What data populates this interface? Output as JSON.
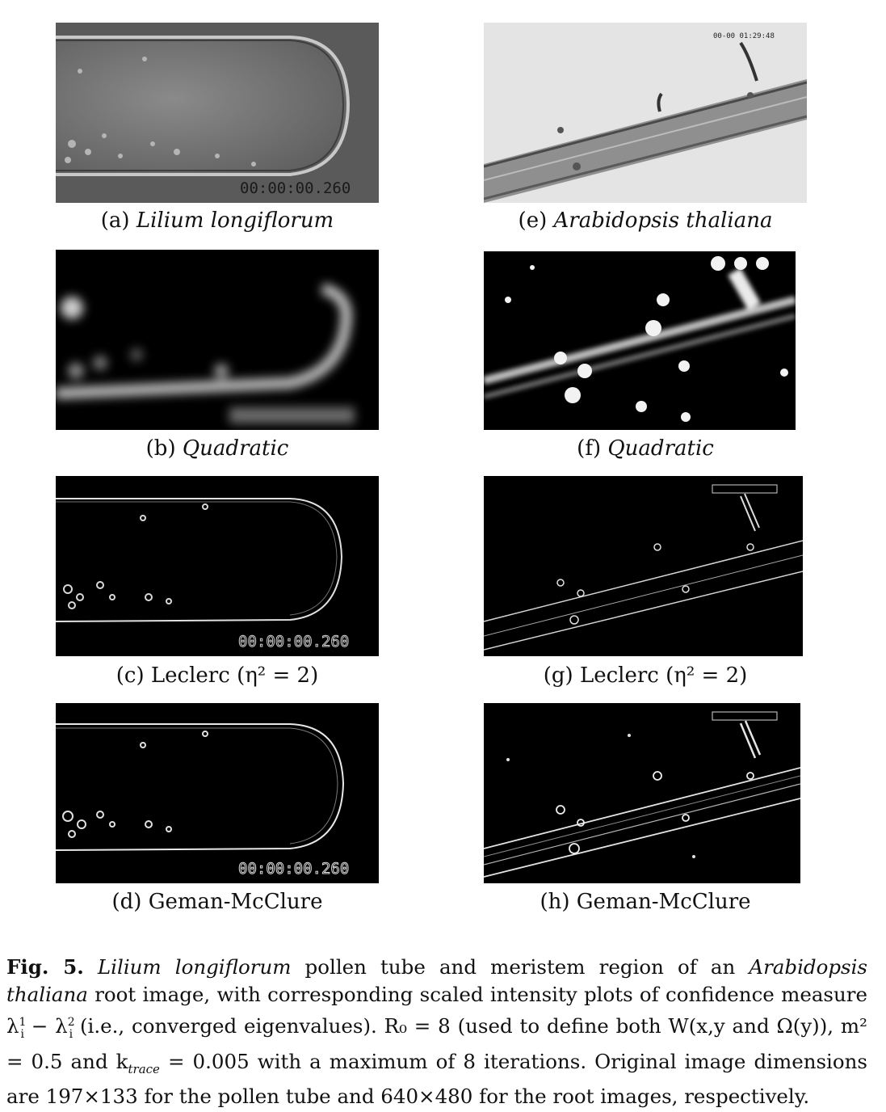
{
  "panels": {
    "a": {
      "label": "(a)",
      "name": "Lilium longiflorum",
      "timestamp": "00:00:00.260"
    },
    "e": {
      "label": "(e)",
      "name": "Arabidopsis thaliana",
      "timestamp": "00-00 01:29:48"
    },
    "b": {
      "label": "(b)",
      "name": "Quadratic"
    },
    "f": {
      "label": "(f)",
      "name": "Quadratic"
    },
    "c": {
      "label": "(c)",
      "name": "Leclerc",
      "param": "(η² = 2)",
      "timestamp": "00:00:00.260"
    },
    "g": {
      "label": "(g)",
      "name": "Leclerc",
      "param": "(η² = 2)"
    },
    "d": {
      "label": "(d)",
      "name": "Geman-McClure",
      "timestamp": "00:00:00.260"
    },
    "h": {
      "label": "(h)",
      "name": "Geman-McClure"
    }
  },
  "caption": {
    "fig_label": "Fig. 5.",
    "species1": "Lilium longiflorum",
    "text1": " pollen tube and meristem region of an ",
    "species2": "Arabidopsis thaliana",
    "text2": " root image, with corresponding scaled intensity plots of confidence measure λ",
    "text3": " (i.e., converged eigenvalues). R₀ = 8 (used to define both W(x,y and Ω(y)), m² = 0.5 and k",
    "ktrace_sub": "trace",
    "text4": " = 0.005 with a maximum of 8 iterations. Original image dimensions are 197×133 for the pollen tube and 640×480 for the root images, respectively."
  }
}
